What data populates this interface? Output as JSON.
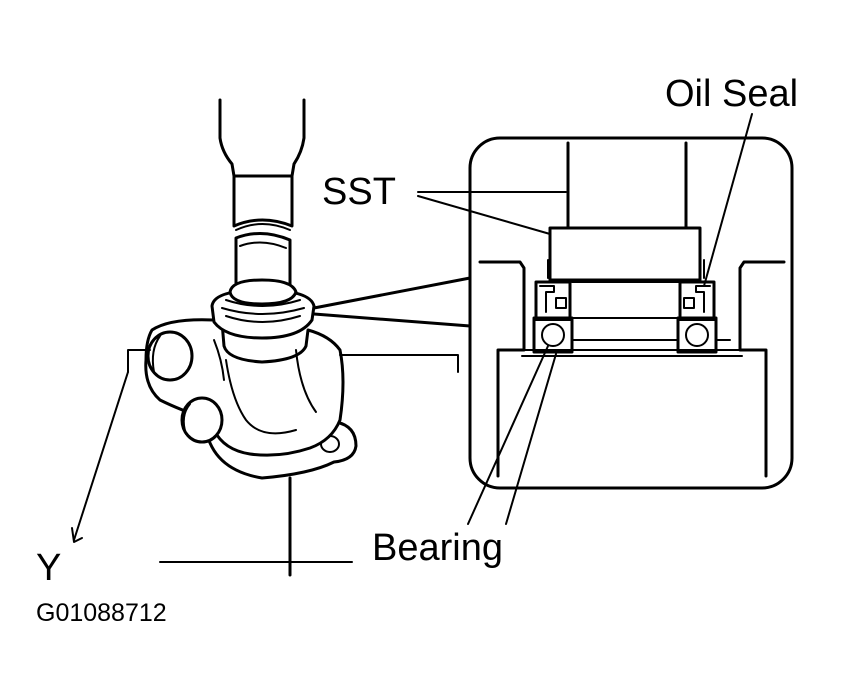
{
  "labels": {
    "oil_seal": "Oil Seal",
    "sst": "SST",
    "bearing": "Bearing",
    "y": "Y",
    "figure_code": "G01088712"
  },
  "colors": {
    "line": "#000000",
    "background": "#ffffff"
  }
}
